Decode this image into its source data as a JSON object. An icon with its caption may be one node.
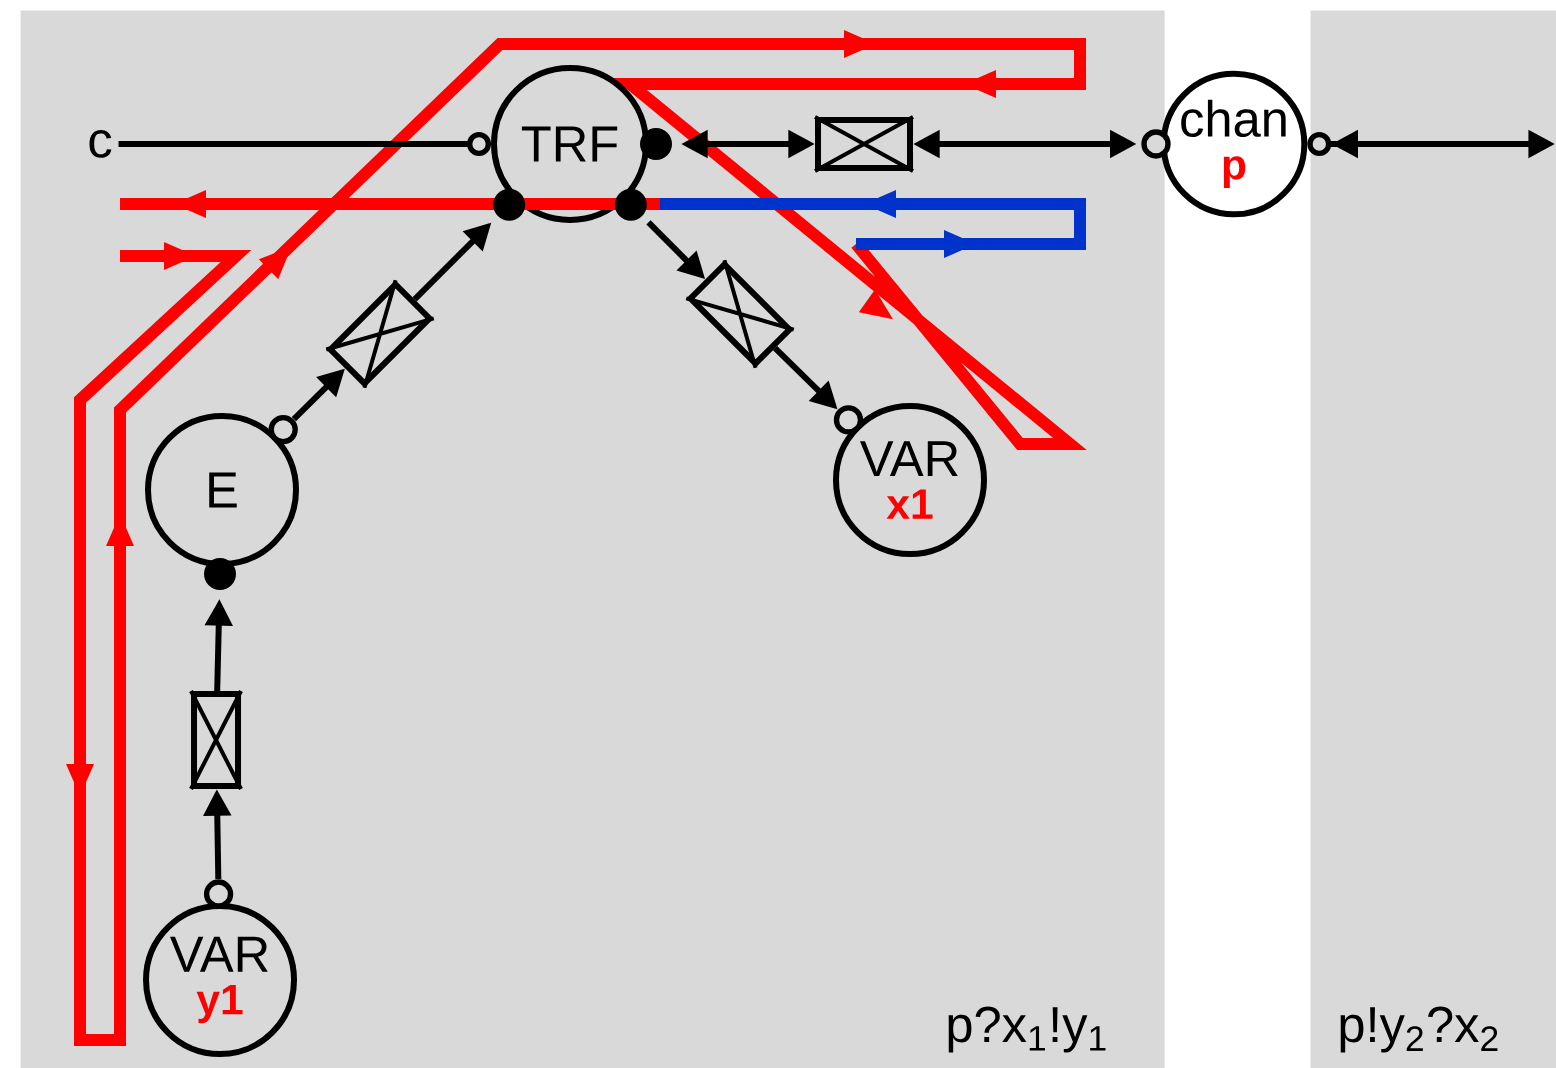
{
  "diagram": {
    "nodes": [
      {
        "text": [
          "p?x$_{1}$!y$_{1}$"
        ]
      },
      {
        "text": [
          "p!y$_{2}$?x$_{2}$"
        ]
      },
      {
        "text": [
          "c"
        ],
        "in": 0
      },
      {
        "text": [
          "TRF"
        ],
        "in": 0
      },
      {
        "text": [
          "E"
        ],
        "in": 0
      },
      {
        "text": [
          "VAR",
          "x1"
        ],
        "in": 0
      },
      {
        "text": [
          "VAR",
          "y1"
        ],
        "in": 0
      },
      {
        "text": [
          "chan",
          "p"
        ]
      },
      {
        "text": [],
        "shape": "box",
        "in": 0
      },
      {
        "text": [],
        "shape": "box",
        "in": 0
      },
      {
        "text": [],
        "shape": "box",
        "in": 0
      },
      {
        "text": [],
        "shape": "box",
        "in": 0
      }
    ],
    "edges": [
      {
        "from": 2,
        "to": 3,
        "arrow": "other"
      },
      {
        "from": 3,
        "to": 11,
        "arrow": "both"
      },
      {
        "from": 11,
        "to": 7,
        "arrow": "both"
      },
      {
        "from": 7,
        "to": 1,
        "arrow": "both"
      },
      {
        "from": 4,
        "to": 9,
        "arrow": "to"
      },
      {
        "from": 9,
        "to": 3,
        "arrow": "to"
      },
      {
        "from": 3,
        "to": 10,
        "arrow": "to"
      },
      {
        "from": 10,
        "to": 5,
        "arrow": "to"
      },
      {
        "from": 6,
        "to": 8,
        "arrow": "to"
      },
      {
        "from": 8,
        "to": 4,
        "arrow": "to"
      }
    ]
  }
}
